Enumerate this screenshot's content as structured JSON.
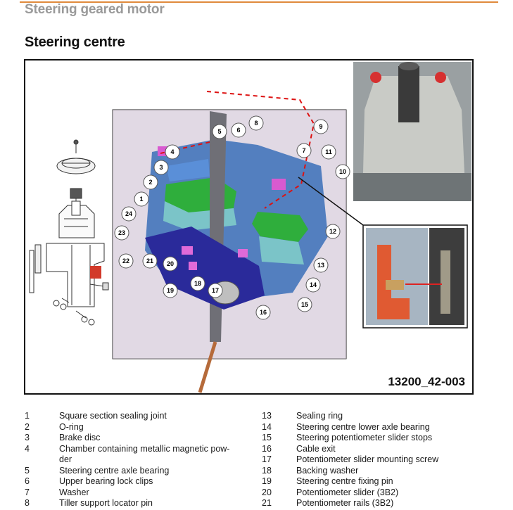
{
  "header": {
    "title": "Steering geared motor"
  },
  "section": {
    "title": "Steering centre"
  },
  "figure": {
    "code": "13200_42-003",
    "callouts": [
      "1",
      "2",
      "3",
      "4",
      "5",
      "6",
      "7",
      "8",
      "9",
      "10",
      "11",
      "12",
      "13",
      "14",
      "15",
      "16",
      "17",
      "18",
      "19",
      "20",
      "21",
      "22",
      "23",
      "24"
    ]
  },
  "legend": {
    "left": [
      {
        "num": "1",
        "text": "Square section sealing joint"
      },
      {
        "num": "2",
        "text": "O-ring"
      },
      {
        "num": "3",
        "text": "Brake disc"
      },
      {
        "num": "4",
        "text": "Chamber containing metallic magnetic pow-",
        "cont": "der"
      },
      {
        "num": "5",
        "text": "Steering centre axle bearing"
      },
      {
        "num": "6",
        "text": "Upper bearing lock clips"
      },
      {
        "num": "7",
        "text": "Washer"
      },
      {
        "num": "8",
        "text": "Tiller support locator pin"
      }
    ],
    "right": [
      {
        "num": "13",
        "text": "Sealing ring"
      },
      {
        "num": "14",
        "text": "Steering centre lower axle bearing"
      },
      {
        "num": "15",
        "text": "Steering potentiometer slider stops"
      },
      {
        "num": "16",
        "text": "Cable exit"
      },
      {
        "num": "17",
        "text": "Potentiometer slider mounting screw"
      },
      {
        "num": "18",
        "text": "Backing washer"
      },
      {
        "num": "19",
        "text": "Steering centre fixing pin"
      },
      {
        "num": "20",
        "text": "Potentiometer slider (3B2)"
      },
      {
        "num": "21",
        "text": "Potentiometer rails (3B2)"
      }
    ]
  }
}
